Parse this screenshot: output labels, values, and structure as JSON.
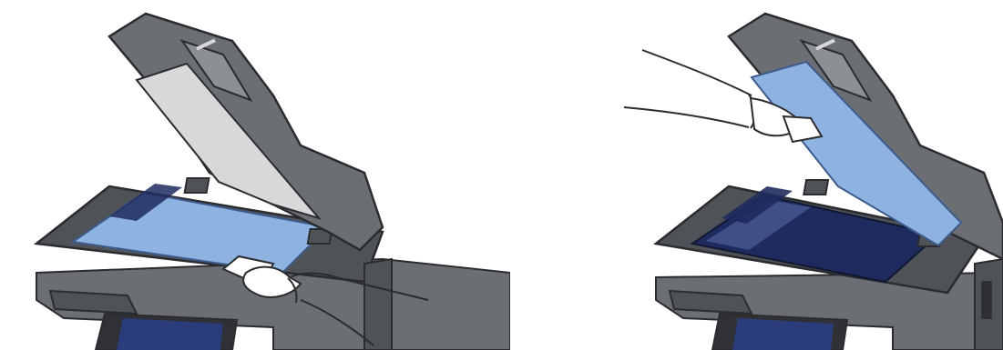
{
  "figure": {
    "panels": [
      {
        "id": "left",
        "subject": "wiping-platen-glass"
      },
      {
        "id": "right",
        "subject": "wiping-document-processor-underside"
      }
    ],
    "colors": {
      "body_dark": "#4f5257",
      "body_mid": "#6b6e73",
      "body_light": "#8c8f94",
      "glass_highlight": "#8fb3e0",
      "glass_dark": "#1f2a5e",
      "glass_grey": "#d7d8da",
      "hand_fill": "#ffffff",
      "outline": "#2a2c30"
    }
  }
}
